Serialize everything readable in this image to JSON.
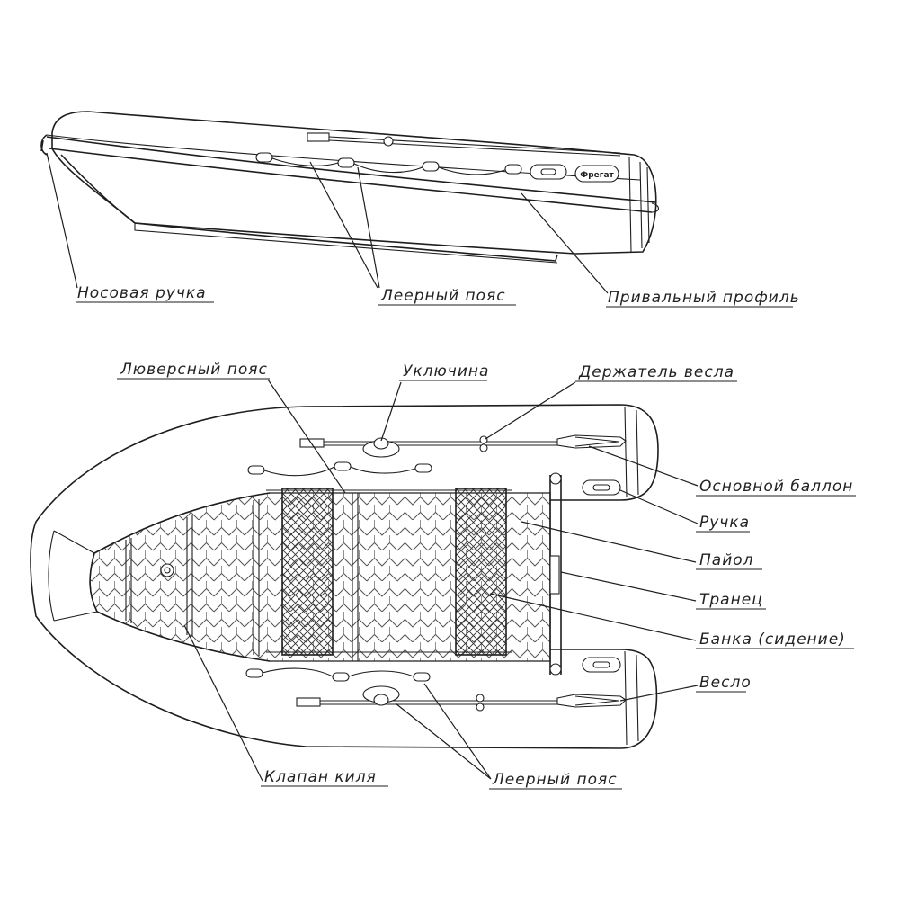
{
  "side_view": {
    "logo_text": "Фрегат",
    "labels": {
      "bow_handle": "Носовая ручка",
      "lifeline_top": "Леерный пояс",
      "rub_strake": "Привальный профиль"
    }
  },
  "top_view": {
    "labels": {
      "grommet_belt": "Люверсный пояс",
      "oarlock": "Уключина",
      "oar_holder": "Держатель весла",
      "main_tube": "Основной баллон",
      "handle": "Ручка",
      "floor": "Пайол",
      "transom": "Транец",
      "bench": "Банка (сидение)",
      "oar": "Весло",
      "keel_valve": "Клапан киля",
      "lifeline_bottom": "Леерный пояс"
    }
  },
  "colors": {
    "line": "#1e1e1e",
    "background": "#ffffff"
  }
}
